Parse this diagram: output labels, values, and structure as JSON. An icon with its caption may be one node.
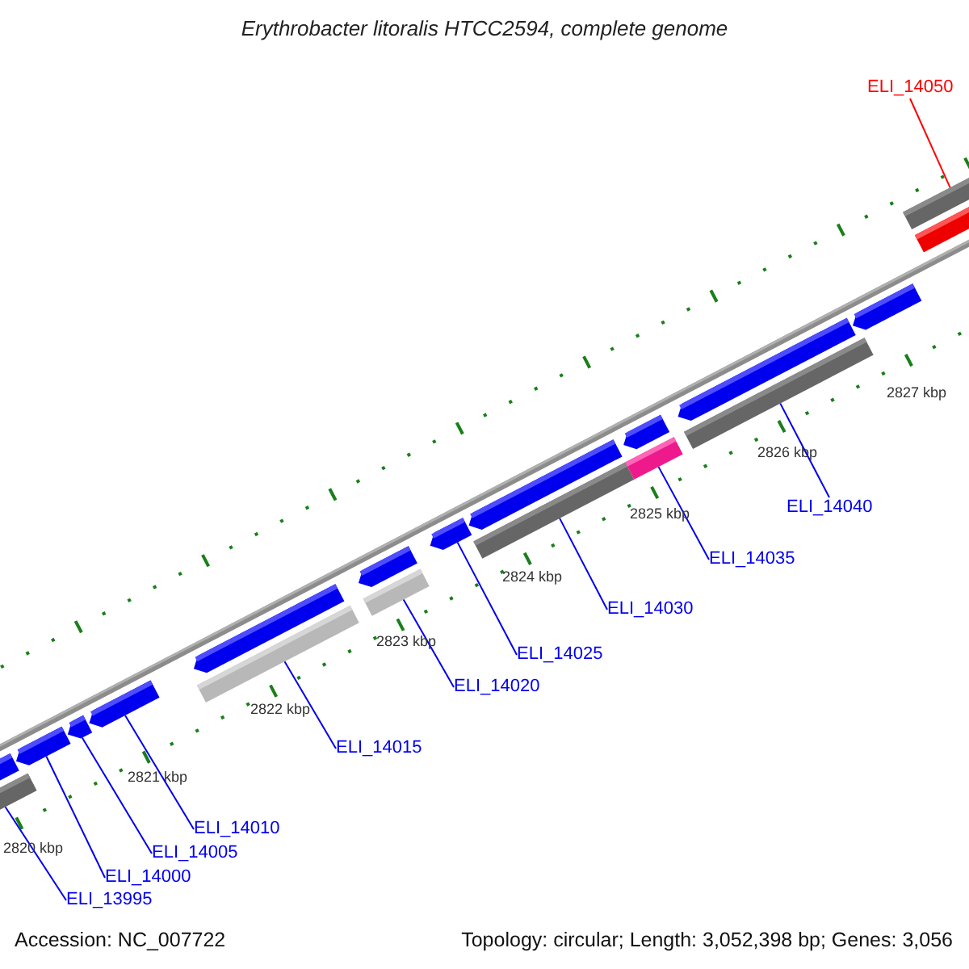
{
  "diagram": {
    "title": "Erythrobacter litoralis HTCC2594, complete genome",
    "nodes": [
      {
        "text": [
          "ELI_13995"
        ]
      },
      {
        "text": [
          "ELI_14000"
        ]
      },
      {
        "text": [
          "ELI_14005"
        ]
      },
      {
        "text": [
          "ELI_14010"
        ]
      },
      {
        "text": [
          "ELI_14015"
        ]
      },
      {
        "text": [
          "ELI_14020"
        ]
      },
      {
        "text": [
          "ELI_14025"
        ]
      },
      {
        "text": [
          "ELI_14030"
        ]
      },
      {
        "text": [
          "ELI_14035"
        ]
      },
      {
        "text": [
          "ELI_14040"
        ]
      },
      {
        "text": [
          "ELI_14050"
        ]
      },
      {
        "text": [],
        "shape": "pentagon"
      },
      {
        "text": [],
        "shape": "bar"
      },
      {
        "text": [],
        "shape": "pentagon"
      },
      {
        "text": [],
        "shape": "pentagon"
      },
      {
        "text": [],
        "shape": "pentagon"
      },
      {
        "text": [],
        "shape": "pentagon"
      },
      {
        "text": [],
        "shape": "bar"
      },
      {
        "text": [],
        "shape": "pentagon"
      },
      {
        "text": [],
        "shape": "bar"
      },
      {
        "text": [],
        "shape": "pentagon"
      },
      {
        "text": [],
        "shape": "pentagon"
      },
      {
        "text": [],
        "shape": "bar"
      },
      {
        "text": [],
        "shape": "pentagon"
      },
      {
        "text": [],
        "shape": "bar"
      },
      {
        "text": [],
        "shape": "pentagon"
      },
      {
        "text": [],
        "shape": "bar"
      },
      {
        "text": [],
        "shape": "pentagon"
      },
      {
        "text": [],
        "shape": "bar"
      },
      {
        "text": [],
        "shape": "bar"
      }
    ],
    "edges": [
      {
        "from": 0,
        "to": 12,
        "arrow": "none"
      },
      {
        "from": 1,
        "to": 13,
        "arrow": "none"
      },
      {
        "from": 2,
        "to": 14,
        "arrow": "none"
      },
      {
        "from": 3,
        "to": 15,
        "arrow": "none"
      },
      {
        "from": 4,
        "to": 17,
        "arrow": "none"
      },
      {
        "from": 5,
        "to": 19,
        "arrow": "none"
      },
      {
        "from": 6,
        "to": 20,
        "arrow": "none"
      },
      {
        "from": 7,
        "to": 22,
        "arrow": "none"
      },
      {
        "from": 8,
        "to": 24,
        "arrow": "none"
      },
      {
        "from": 9,
        "to": 26,
        "arrow": "none"
      },
      {
        "from": 10,
        "to": 28,
        "arrow": "none",
        "color": "#ff0000"
      }
    ],
    "labels": [
      "2820 kbp",
      "2821 kbp",
      "2822 kbp",
      "2823 kbp",
      "2824 kbp",
      "2825 kbp",
      "2826 kbp",
      "2827 kbp",
      "Accession: NC_007722",
      "Topology: circular; Length: 3,052,398 bp; Genes: 3,056"
    ]
  }
}
